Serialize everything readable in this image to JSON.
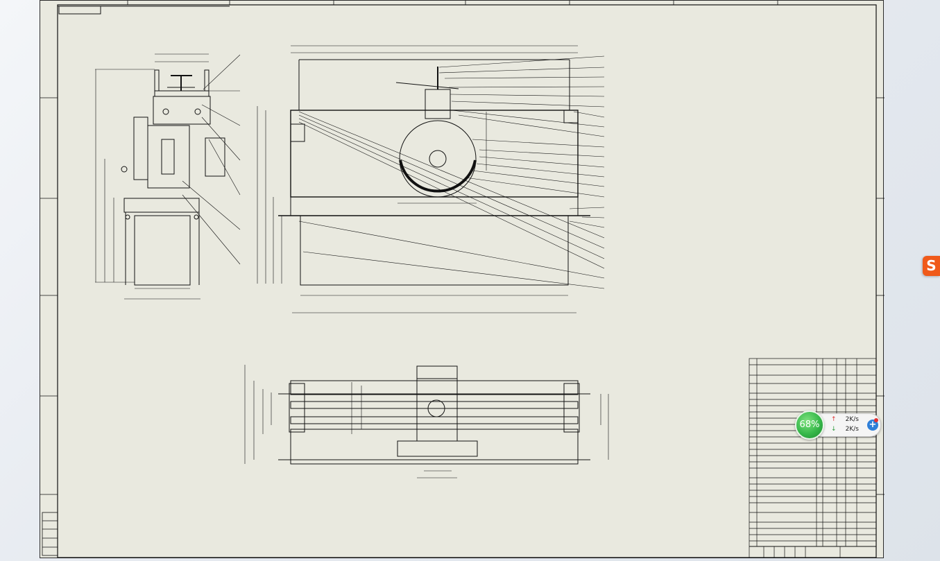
{
  "side_icon": {
    "glyph": "S",
    "name": "sogou-ime-icon",
    "color": "#f05a1a"
  },
  "net_monitor": {
    "cpu_percent": "68%",
    "upload": "2K/s",
    "download": "2K/s",
    "up_arrow": "↑",
    "down_arrow": "↓",
    "add_label": "+"
  },
  "drawing": {
    "sheet_color": "#e9e9df",
    "line_color": "#111111"
  }
}
